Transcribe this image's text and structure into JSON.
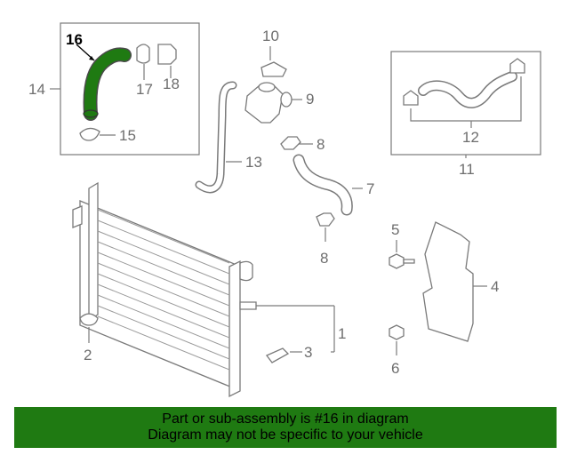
{
  "diagram": {
    "highlight_color": "#1f7a12",
    "callouts": [
      {
        "id": "c1",
        "text": "1"
      },
      {
        "id": "c2",
        "text": "2"
      },
      {
        "id": "c3",
        "text": "3"
      },
      {
        "id": "c4",
        "text": "4"
      },
      {
        "id": "c5",
        "text": "5"
      },
      {
        "id": "c6",
        "text": "6"
      },
      {
        "id": "c7",
        "text": "7"
      },
      {
        "id": "c8a",
        "text": "8"
      },
      {
        "id": "c8b",
        "text": "8"
      },
      {
        "id": "c9",
        "text": "9"
      },
      {
        "id": "c10",
        "text": "10"
      },
      {
        "id": "c11",
        "text": "11"
      },
      {
        "id": "c12",
        "text": "12"
      },
      {
        "id": "c13",
        "text": "13"
      },
      {
        "id": "c14",
        "text": "14"
      },
      {
        "id": "c15",
        "text": "15"
      },
      {
        "id": "c16",
        "text": "16"
      },
      {
        "id": "c17",
        "text": "17"
      },
      {
        "id": "c18",
        "text": "18"
      }
    ]
  },
  "banner": {
    "line1": "Part or sub-assembly is #16 in diagram",
    "line2": "Diagram may not be specific to your vehicle"
  }
}
